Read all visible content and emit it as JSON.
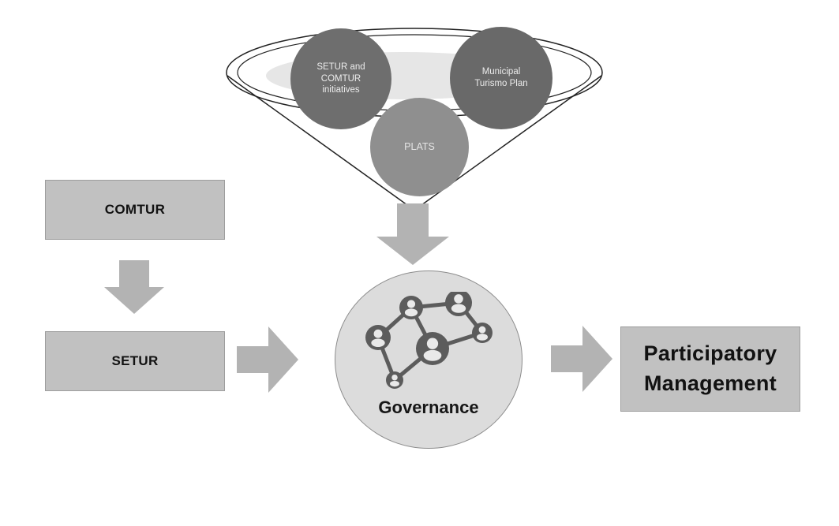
{
  "funnel": {
    "left_circle": "SETUR and COMTUR initiatives",
    "right_circle": "Municipal Turismo Plan",
    "center_circle": "PLATS"
  },
  "flow": {
    "comtur": "COMTUR",
    "setur": "SETUR",
    "governance": "Governance",
    "participatory_line1": "Participatory",
    "participatory_line2": "Management"
  },
  "colors": {
    "box_gray": "#c1c1c1",
    "arrow_gray": "#b3b3b3",
    "dark_circle": "#6e6e6e",
    "plats_circle": "#8f8f8f",
    "governance_fill": "#dcdcdc",
    "network_dark": "#5c5c5c",
    "funnel_highlight": "#e6e6e6"
  }
}
